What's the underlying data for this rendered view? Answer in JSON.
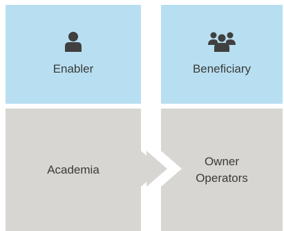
{
  "top": {
    "left": {
      "label": "Enabler",
      "icon": "person-icon"
    },
    "right": {
      "label": "Beneficiary",
      "icon": "group-icon"
    }
  },
  "bottom": {
    "left": {
      "label": "Academia"
    },
    "right": {
      "line1": "Owner",
      "line2": "Operators"
    }
  },
  "colors": {
    "top_tile": "#b8dff1",
    "bottom_tile": "#d8d6d2",
    "icon": "#404040",
    "text": "#3a3a3a"
  }
}
